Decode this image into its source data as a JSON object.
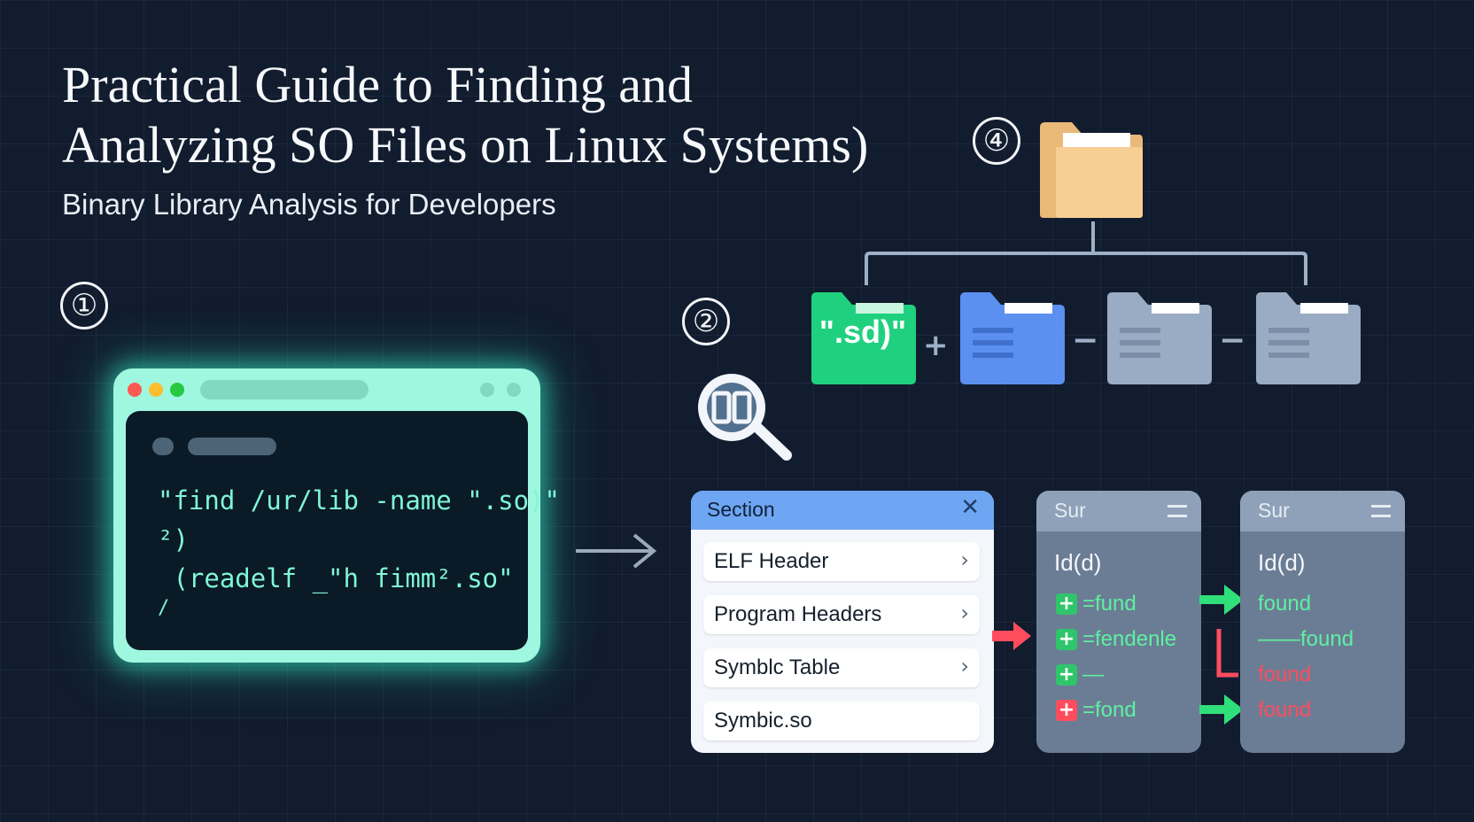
{
  "header": {
    "title": "Practical Guide to Finding and Analyzing SO Files on Linux Systems)",
    "subtitle": "Binary Library Analysis for Developers"
  },
  "steps": [
    "①",
    "②",
    "④"
  ],
  "terminal": {
    "lines": [
      "\"find /ur/lib -name \".so)\"",
      "²)",
      " (readelf _\"h fimm².so\"",
      "/"
    ]
  },
  "folders": {
    "so_label": "\".sd)\"",
    "connectors": [
      "+",
      "−",
      "−"
    ]
  },
  "section_panel": {
    "title": "Section",
    "rows": [
      "ELF Header",
      "Program Headers",
      "Symblc Table",
      "Symbic.so"
    ]
  },
  "symbol_panels": [
    {
      "title": "Sur",
      "id_label": "Id(d)",
      "entries": [
        "=fund",
        "=fendenle",
        "—",
        "=fond"
      ]
    },
    {
      "title": "Sur",
      "id_label": "Id(d)",
      "results": [
        "found",
        "——found",
        "found",
        "found"
      ]
    }
  ],
  "colors": {
    "background": "#111c2e",
    "terminal_glow": "#3cf0c8",
    "section_header": "#6ea6f3",
    "found_green": "#5ef0a0",
    "found_red": "#ff4d5e",
    "so_folder": "#1fd17f",
    "blue_folder": "#5b8ff0",
    "gray_folder": "#9aabc4",
    "root_folder": "#f7cf94"
  }
}
